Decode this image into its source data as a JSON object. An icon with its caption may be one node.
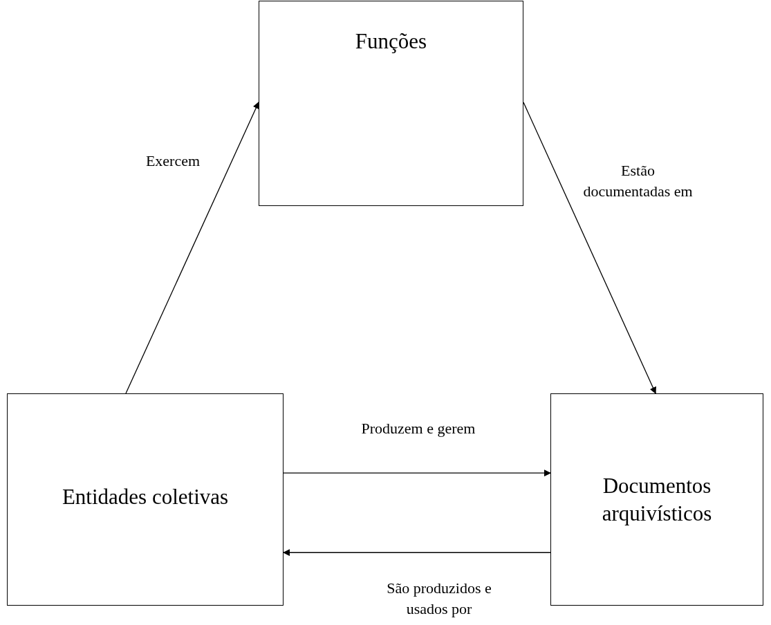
{
  "diagram": {
    "nodes": [
      {
        "text": [
          "Funções"
        ]
      },
      {
        "text": [
          "Entidades coletivas"
        ]
      },
      {
        "text": [
          "Documentos arquivísticos"
        ]
      }
    ],
    "edges": [
      {
        "from": 1,
        "to": 0,
        "arrow": "to",
        "label": "Exercem"
      },
      {
        "from": 0,
        "to": 2,
        "arrow": "to",
        "label": "Estão documentadas em"
      },
      {
        "from": 1,
        "to": 2,
        "arrow": "to",
        "label": "Produzem e gerem"
      },
      {
        "from": 2,
        "to": 1,
        "arrow": "to",
        "label": "São produzidos e usados por"
      }
    ]
  }
}
